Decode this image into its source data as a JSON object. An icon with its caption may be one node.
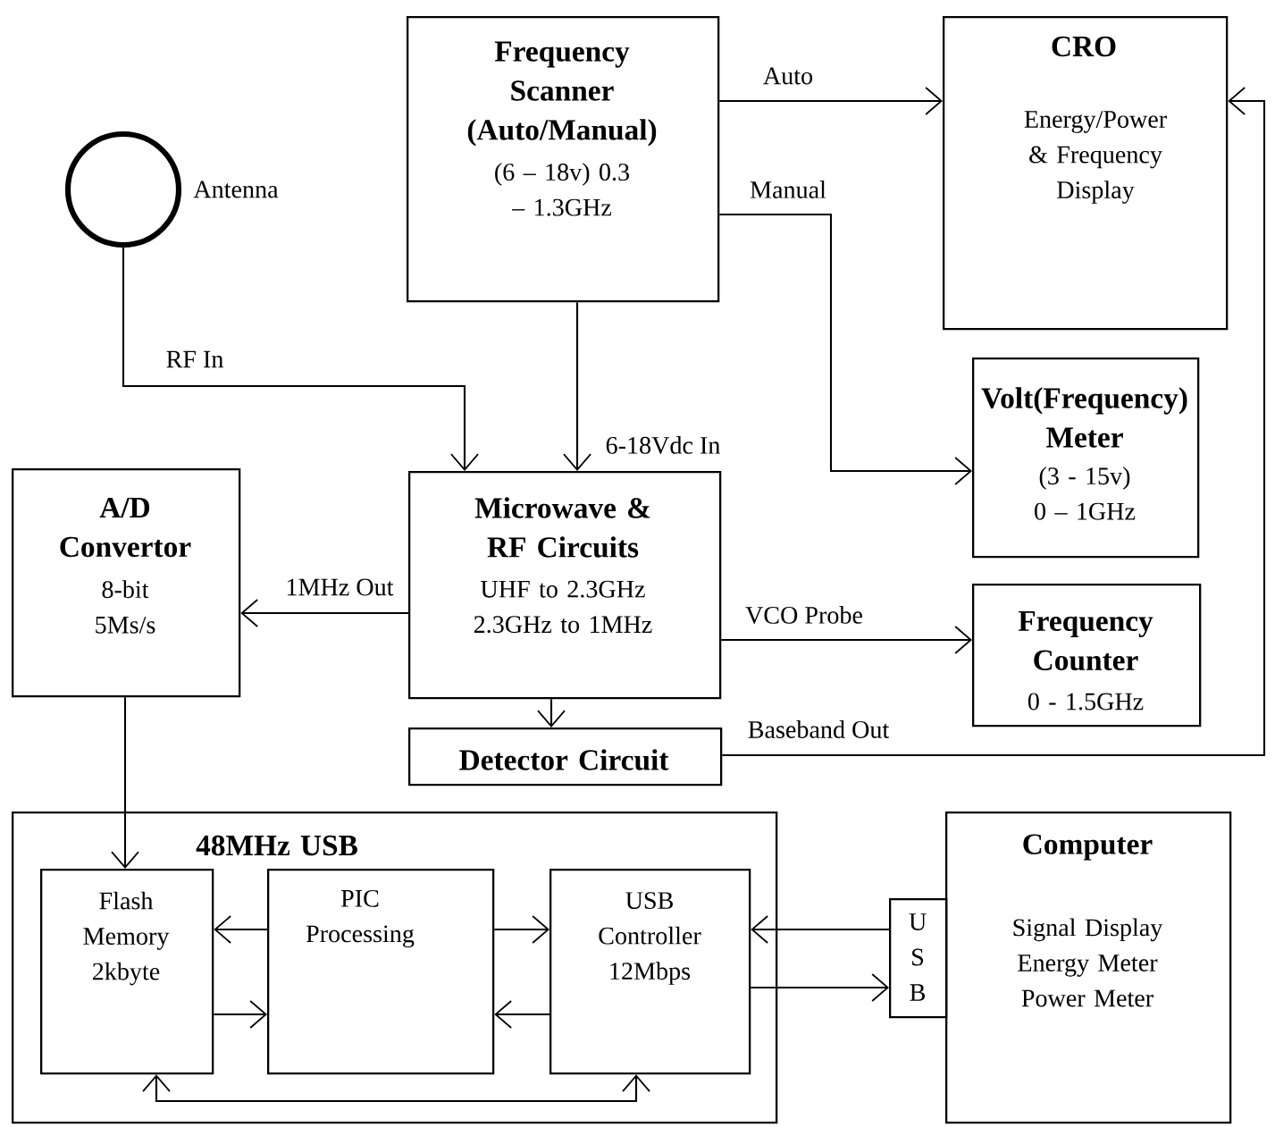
{
  "diagram": {
    "nodes": [
      {
        "text": [
          "Frequency Scanner (Auto/Manual)",
          "(6 – 18v) 0.3 – 1.3GHz"
        ]
      },
      {
        "text": [
          "CRO",
          "Energy/Power & Frequency Display"
        ]
      },
      {
        "text": [],
        "shape": "circle",
        "beside": [
          "Antenna"
        ]
      },
      {
        "text": [
          "Volt(Frequency) Meter",
          "(3 - 15v) 0 – 1GHz"
        ]
      },
      {
        "text": [
          "A/D Convertor",
          "8-bit 5Ms/s"
        ]
      },
      {
        "text": [
          "Microwave & RF Circuits",
          "UHF to 2.3GHz 2.3GHz to 1MHz"
        ]
      },
      {
        "text": [
          "Frequency Counter",
          "0 - 1.5GHz"
        ]
      },
      {
        "text": [
          "Detector Circuit"
        ]
      },
      {
        "text": [
          "48MHz USB"
        ]
      },
      {
        "text": [
          "Flash Memory 2kbyte"
        ],
        "in": 8
      },
      {
        "text": [
          "PIC Processing"
        ],
        "in": 8
      },
      {
        "text": [
          "USB Controller 12Mbps"
        ],
        "in": 8
      },
      {
        "text": [
          "Computer",
          "Signal Display Energy Meter Power Meter"
        ]
      },
      {
        "text": [
          "U S B"
        ]
      }
    ],
    "edges": [
      {
        "from": 0,
        "to": 1,
        "arrow": "to",
        "label": "Auto"
      },
      {
        "from": 0,
        "to": 3,
        "arrow": "to",
        "label": "Manual"
      },
      {
        "from": 2,
        "to": 5,
        "arrow": "to",
        "label": "RF In"
      },
      {
        "from": 0,
        "to": 5,
        "arrow": "to",
        "label": "6-18Vdc In"
      },
      {
        "from": 5,
        "to": 4,
        "arrow": "to",
        "label": "1MHz Out"
      },
      {
        "from": 5,
        "to": 6,
        "arrow": "to",
        "label": "VCO Probe"
      },
      {
        "from": 5,
        "to": 7,
        "arrow": "to"
      },
      {
        "from": 7,
        "to": 1,
        "arrow": "to",
        "label": "Baseband Out"
      },
      {
        "from": 4,
        "to": 9,
        "arrow": "to"
      },
      {
        "from": 10,
        "to": 9,
        "arrow": "to"
      },
      {
        "from": 9,
        "to": 10,
        "arrow": "to"
      },
      {
        "from": 10,
        "to": 11,
        "arrow": "to"
      },
      {
        "from": 11,
        "to": 10,
        "arrow": "to"
      },
      {
        "from": 9,
        "to": 11,
        "arrow": "both"
      },
      {
        "from": 13,
        "to": 11,
        "arrow": "to"
      },
      {
        "from": 11,
        "to": 13,
        "arrow": "to"
      }
    ]
  }
}
